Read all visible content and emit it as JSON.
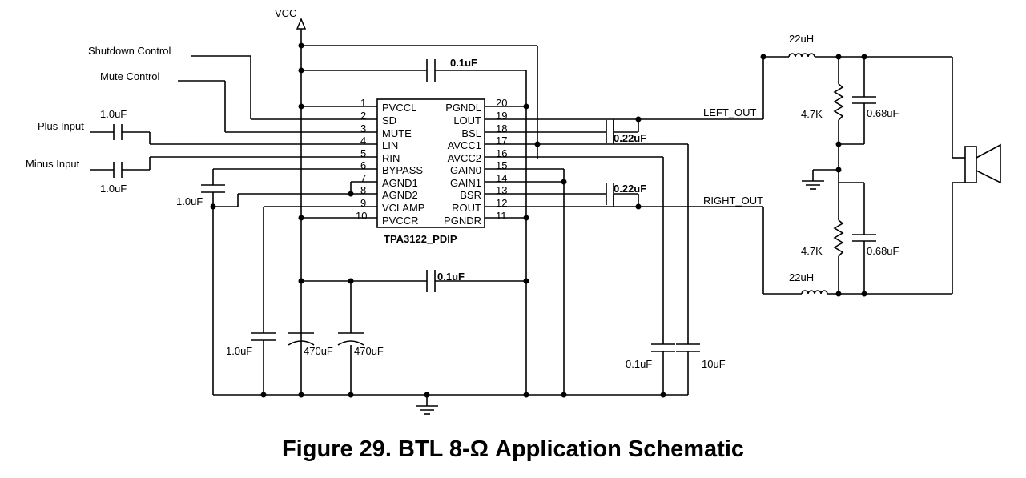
{
  "caption": "Figure 29. BTL 8-Ω Application Schematic",
  "ic": {
    "name": "TPA3122_PDIP",
    "left_pins": [
      {
        "num": "1",
        "name": "PVCCL"
      },
      {
        "num": "2",
        "name": "SD"
      },
      {
        "num": "3",
        "name": "MUTE"
      },
      {
        "num": "4",
        "name": "LIN"
      },
      {
        "num": "5",
        "name": "RIN"
      },
      {
        "num": "6",
        "name": "BYPASS"
      },
      {
        "num": "7",
        "name": "AGND1"
      },
      {
        "num": "8",
        "name": "AGND2"
      },
      {
        "num": "9",
        "name": "VCLAMP"
      },
      {
        "num": "10",
        "name": "PVCCR"
      }
    ],
    "right_pins": [
      {
        "num": "20",
        "name": "PGNDL"
      },
      {
        "num": "19",
        "name": "LOUT"
      },
      {
        "num": "18",
        "name": "BSL"
      },
      {
        "num": "17",
        "name": "AVCC1"
      },
      {
        "num": "16",
        "name": "AVCC2"
      },
      {
        "num": "15",
        "name": "GAIN0"
      },
      {
        "num": "14",
        "name": "GAIN1"
      },
      {
        "num": "13",
        "name": "BSR"
      },
      {
        "num": "12",
        "name": "ROUT"
      },
      {
        "num": "11",
        "name": "PGNDR"
      }
    ]
  },
  "labels": {
    "vcc": "VCC",
    "shutdown": "Shutdown Control",
    "mute": "Mute Control",
    "plus_input": "Plus Input",
    "minus_input": "Minus Input",
    "left_out": "LEFT_OUT",
    "right_out": "RIGHT_OUT"
  },
  "components": {
    "c_plus": "1.0uF",
    "c_minus": "1.0uF",
    "c_bypass": "1.0uF",
    "c_top": "0.1uF",
    "c_mid": "0.1uF",
    "c_bsl": "0.22uF",
    "c_bsr": "0.22uF",
    "c_vclamp": "1.0uF",
    "c_bulk1": "470uF",
    "c_bulk2": "470uF",
    "c_avcc1": "0.1uF",
    "c_avcc2": "10uF",
    "l_left": "22uH",
    "l_right": "22uH",
    "r_left": "4.7K",
    "r_right": "4.7K",
    "c_filt_left": "0.68uF",
    "c_filt_right": "0.68uF"
  }
}
